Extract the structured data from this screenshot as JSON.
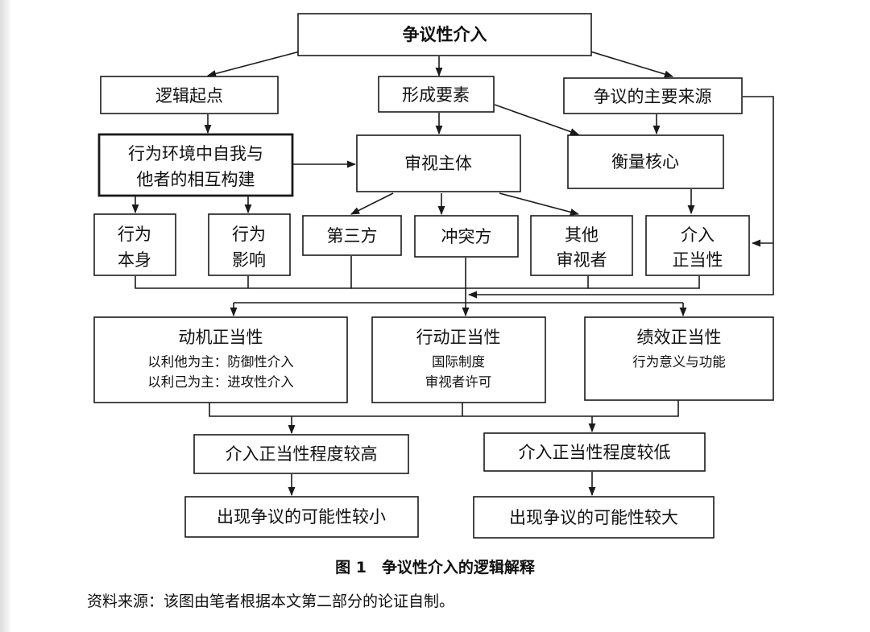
{
  "diagram": {
    "root": "争议性介入",
    "logic_start": "逻辑起点",
    "formation_elements": "形成要素",
    "main_sources": "争议的主要来源",
    "construction_line1": "行为环境中自我与",
    "construction_line2": "他者的相互构建",
    "review_subject": "审视主体",
    "measure_core": "衡量核心",
    "behavior_itself_line1": "行为",
    "behavior_itself_line2": "本身",
    "behavior_effect_line1": "行为",
    "behavior_effect_line2": "影响",
    "third_party": "第三方",
    "conflict_party": "冲突方",
    "other_reviewers_line1": "其他",
    "other_reviewers_line2": "审视者",
    "intervention_legitimacy_line1": "介入",
    "intervention_legitimacy_line2": "正当性",
    "motive": {
      "title": "动机正当性",
      "line1": "以利他为主：防御性介入",
      "line2": "以利己为主：进攻性介入"
    },
    "action": {
      "title": "行动正当性",
      "line1": "国际制度",
      "line2": "审视者许可"
    },
    "performance": {
      "title": "绩效正当性",
      "line1": "行为意义与功能"
    },
    "high_legitimacy": "介入正当性程度较高",
    "low_legitimacy": "介入正当性程度较低",
    "small_dispute": "出现争议的可能性较小",
    "large_dispute": "出现争议的可能性较大"
  },
  "caption": "图 1　争议性介入的逻辑解释",
  "source_note": "资料来源：该图由笔者根据本文第二部分的论证自制。"
}
